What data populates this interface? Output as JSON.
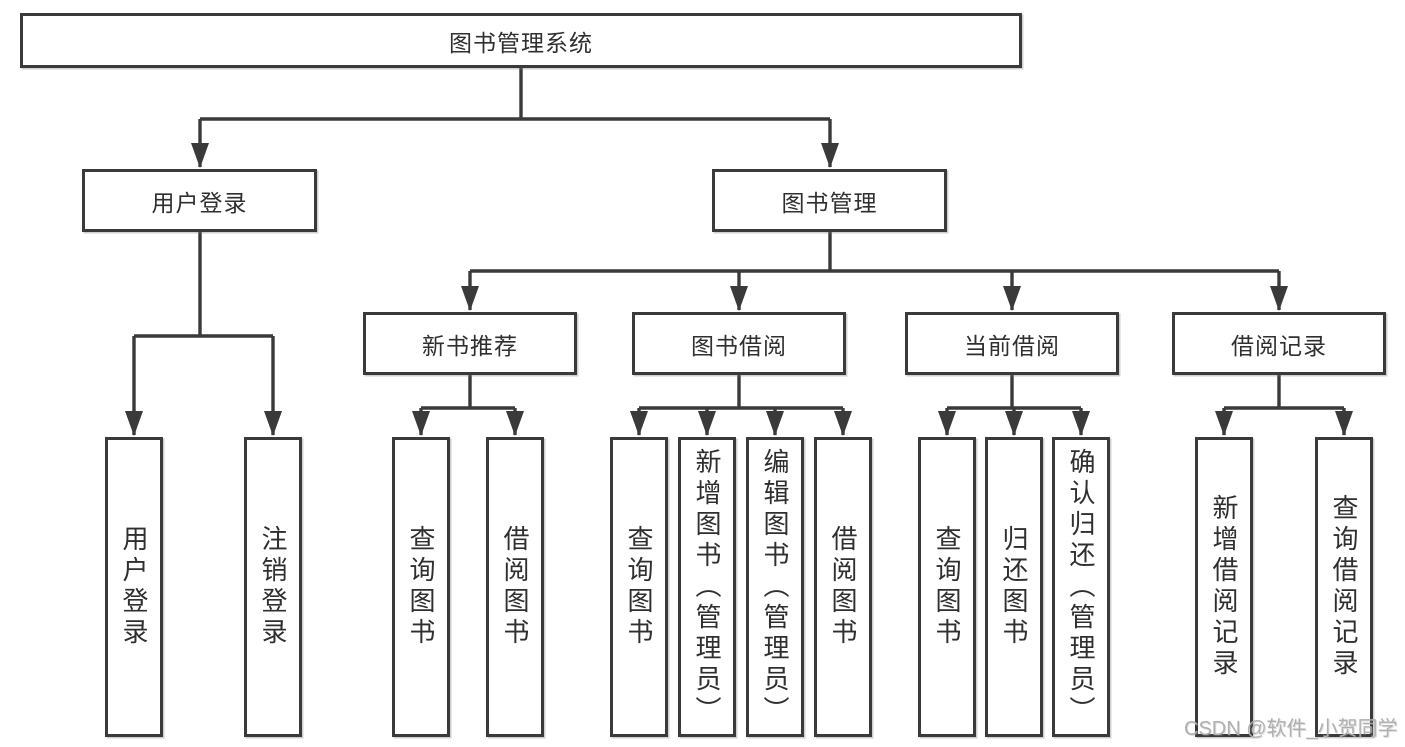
{
  "diagram": {
    "type": "hierarchy-tree",
    "title": "图书管理系统",
    "colors": {
      "border": "#3a3a3a",
      "line": "#3a3a3a",
      "text": "#2f2f2f",
      "background": "#ffffff",
      "watermark": "#b0b0b0"
    },
    "tree": {
      "label": "图书管理系统",
      "children": [
        {
          "label": "用户登录",
          "children": [
            {
              "label": "用户登录"
            },
            {
              "label": "注销登录"
            }
          ]
        },
        {
          "label": "图书管理",
          "children": [
            {
              "label": "新书推荐",
              "children": [
                {
                  "label": "查询图书"
                },
                {
                  "label": "借阅图书"
                }
              ]
            },
            {
              "label": "图书借阅",
              "children": [
                {
                  "label": "查询图书"
                },
                {
                  "label": "新增图书（管理员）"
                },
                {
                  "label": "编辑图书（管理员）"
                },
                {
                  "label": "借阅图书"
                }
              ]
            },
            {
              "label": "当前借阅",
              "children": [
                {
                  "label": "查询图书"
                },
                {
                  "label": "归还图书"
                },
                {
                  "label": "确认归还（管理员）"
                }
              ]
            },
            {
              "label": "借阅记录",
              "children": [
                {
                  "label": "新增借阅记录"
                },
                {
                  "label": "查询借阅记录"
                }
              ]
            }
          ]
        }
      ]
    },
    "watermark": "CSDN @软件_小贺同学"
  }
}
